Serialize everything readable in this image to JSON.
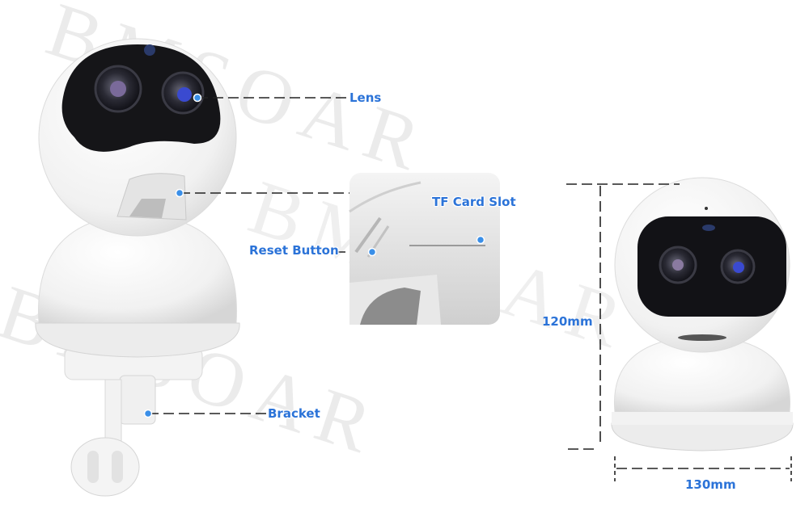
{
  "watermark": "BMSOAR",
  "labels": {
    "lens": "Lens",
    "tf_card_slot": "TF Card Slot",
    "reset_button": "Reset Button",
    "bracket": "Bracket"
  },
  "dimensions": {
    "height": "120mm",
    "width": "130mm"
  },
  "colors": {
    "accent": "#2b73d8",
    "marker": "#3a8fe8"
  }
}
